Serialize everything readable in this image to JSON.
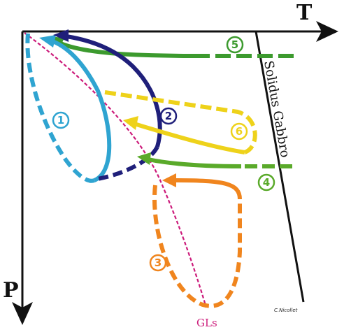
{
  "axes": {
    "x_label": "T",
    "y_label": "P"
  },
  "solidus_label": "Solidus Gabbro",
  "gls_label": "GLs",
  "signature": "C.Nicollet",
  "paths": [
    {
      "number": "1",
      "color": "#2fa4d1"
    },
    {
      "number": "2",
      "color": "#1f1f7a"
    },
    {
      "number": "3",
      "color": "#f0851e"
    },
    {
      "number": "4",
      "color": "#5aaa2a"
    },
    {
      "number": "5",
      "color": "#3c9a2e"
    },
    {
      "number": "6",
      "color": "#eed21a"
    }
  ],
  "colors": {
    "gls_curve": "#cc1a7a",
    "axes": "#111111"
  }
}
